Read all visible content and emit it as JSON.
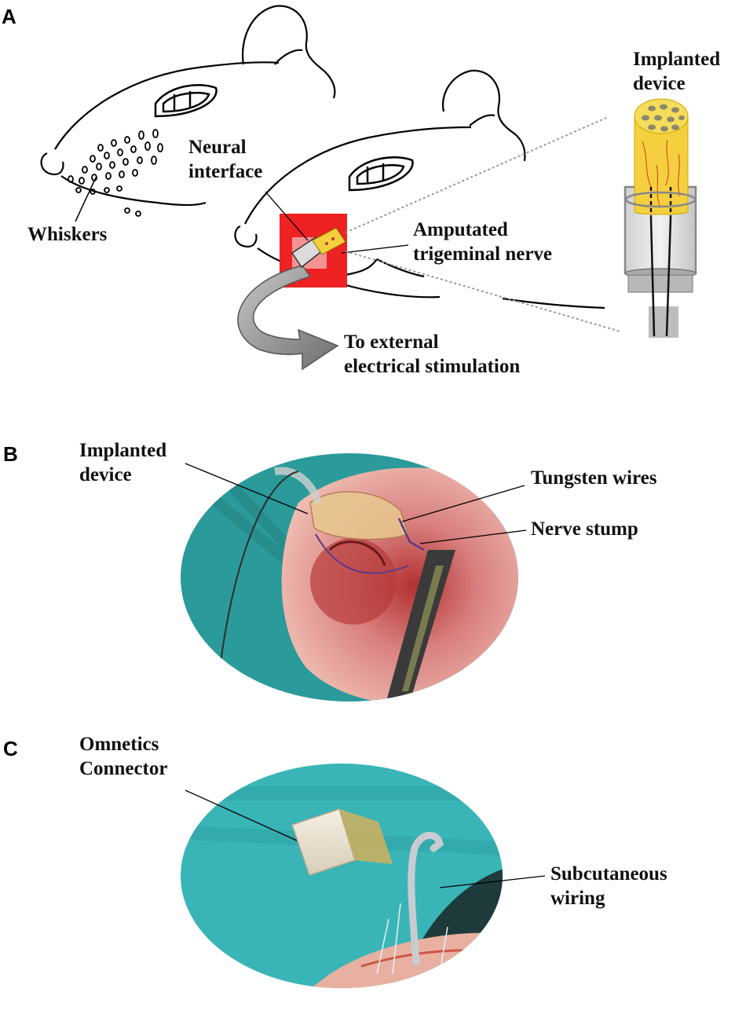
{
  "panels": {
    "a": {
      "letter": "A",
      "labels": {
        "implanted_device": "Implanted\ndevice",
        "neural_interface": "Neural\ninterface",
        "whiskers": "Whiskers",
        "amputated_nerve": "Amputated\ntrigeminal nerve",
        "external_stim": "To external\nelectrical stimulation"
      }
    },
    "b": {
      "letter": "B",
      "labels": {
        "implanted_device": "Implanted\ndevice",
        "tungsten_wires": "Tungsten wires",
        "nerve_stump": "Nerve stump"
      }
    },
    "c": {
      "letter": "C",
      "labels": {
        "omnetics_connector": "Omnetics\nConnector",
        "subcutaneous_wiring": "Subcutaneous\nwiring"
      }
    }
  },
  "colors": {
    "patch_red": "#ee2222",
    "device_yellow": "#f4d03f",
    "drape_teal": "#2a9a9a",
    "tissue_pink": "#d98080"
  }
}
